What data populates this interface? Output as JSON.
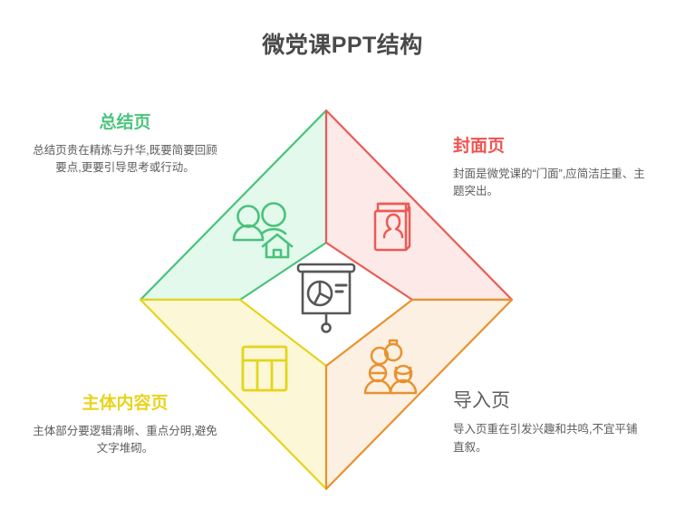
{
  "page": {
    "title": "微党课PPT结构"
  },
  "colors": {
    "green_stroke": "#49c27c",
    "green_fill": "#e2f9ec",
    "red_stroke": "#ea5b56",
    "red_fill": "#fce9e8",
    "yellow_stroke": "#e4d51c",
    "yellow_fill": "#fcf7d7",
    "orange_stroke": "#e8922f",
    "orange_fill": "#fcf0e2",
    "center_icon": "#575757",
    "title_text": "#4a4a4a",
    "body_text": "#5c5c5c"
  },
  "quadrants": [
    {
      "id": "summary",
      "position": "top-left",
      "heading": "总结页",
      "body": "总结页贵在精炼与升华,既要简要回顾要点,更要引导思考或行动。",
      "icon": "people-home-icon",
      "accent": "#4cc47c"
    },
    {
      "id": "cover",
      "position": "top-right",
      "heading": "封面页",
      "body": "封面是微党课的“门面”,应简洁庄重、主题突出。",
      "icon": "id-card-person-icon",
      "accent": "#ef5350"
    },
    {
      "id": "main-content",
      "position": "bottom-left",
      "heading": "主体内容页",
      "body": "主体部分要逻辑清晰、重点分明,避免文字堆砌。",
      "icon": "table-layout-icon",
      "accent": "#e8d41e"
    },
    {
      "id": "intro",
      "position": "bottom-right",
      "heading": "导入页",
      "body": "导入页重在引发兴趣和共鸣,不宜平铺直叙。",
      "icon": "two-people-connection-icon",
      "accent": "#5e5e5e"
    }
  ],
  "center": {
    "icon": "presentation-board-pie-chart-icon"
  }
}
